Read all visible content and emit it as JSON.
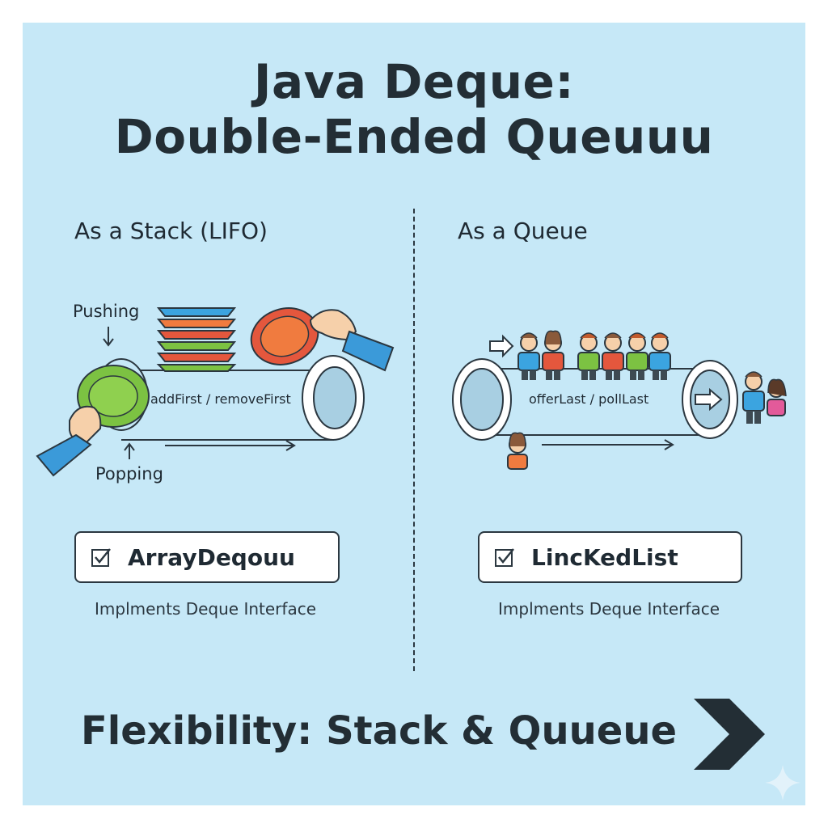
{
  "title": {
    "line1": "Java Deque:",
    "line2": "Double-Ended Queuuu"
  },
  "stack_section": {
    "heading": "As a Stack (LIFO)",
    "push_label": "Pushing",
    "pop_label": "Popping",
    "method_label": "addFirst / removeFirst",
    "implementation": "ArrayDeqouu",
    "implementation_caption": "Implments Deque Interface"
  },
  "queue_section": {
    "heading": "As a Queue",
    "method_label": "offerLast / pollLast",
    "implementation": "LincKedList",
    "implementation_caption": "Implments Deque Interface"
  },
  "footer": {
    "text": "Flexibility: Stack & Quueue"
  },
  "colors": {
    "background": "#c6e8f7",
    "text": "#232e35",
    "plate_blue": "#3ba4e0",
    "plate_orange": "#f07b3f",
    "plate_red": "#e4573d",
    "plate_green": "#7cc242",
    "sleeve_blue": "#3b9ad9"
  },
  "icons": [
    "arrow-down-icon",
    "arrow-up-icon",
    "arrow-right-icon",
    "checkbox-icon",
    "chevron-right-icon",
    "sparkle-icon",
    "hand-icon",
    "plate-icon",
    "person-icon"
  ]
}
